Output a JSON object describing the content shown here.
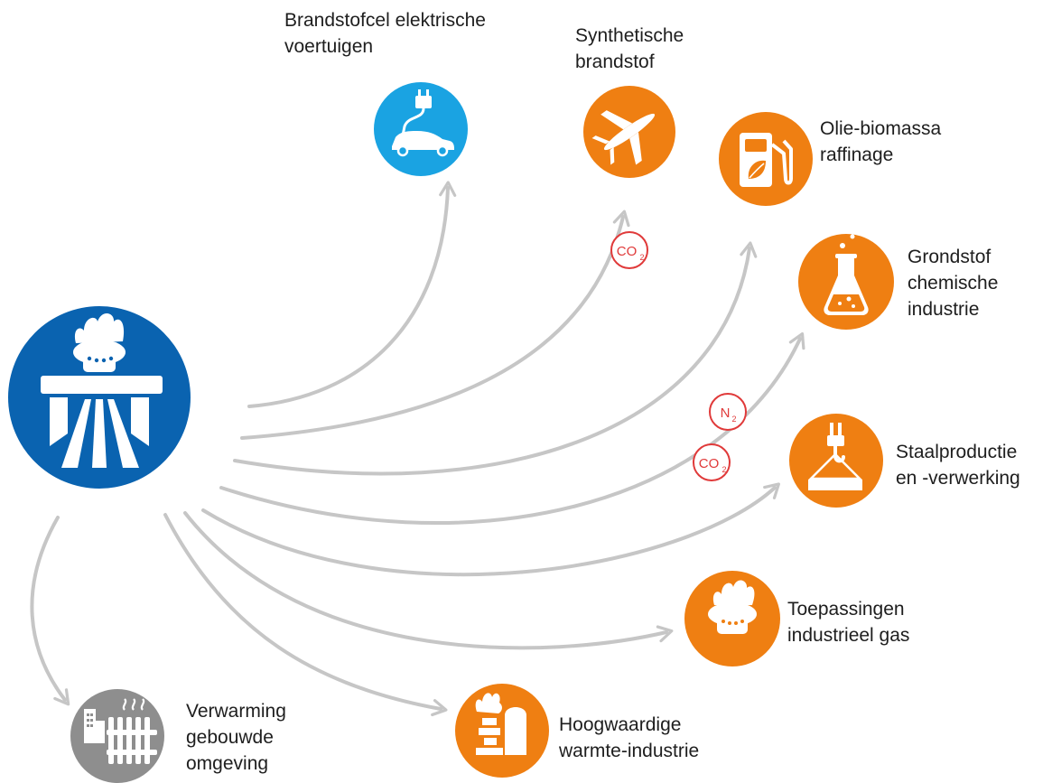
{
  "colors": {
    "hub": "#0a63b0",
    "orange": "#ef7f12",
    "blue": "#1aa3e2",
    "grey": "#8e8e8e",
    "arrow": "#c6c6c6",
    "chem": "#e03a3a"
  },
  "hub": {
    "icon": "burner-on-bridge-icon"
  },
  "destinations": [
    {
      "key": "fuelcell",
      "lines": [
        "Brandstofcel elektrische",
        "voertuigen"
      ],
      "icon": "plug-car-icon"
    },
    {
      "key": "synfuel",
      "lines": [
        "Synthetische",
        "brandstof"
      ],
      "icon": "airplane-icon"
    },
    {
      "key": "refinery",
      "lines": [
        "Olie-biomassa",
        "raffinage"
      ],
      "icon": "fuel-pump-icon"
    },
    {
      "key": "chemical",
      "lines": [
        "Grondstof",
        "chemische",
        "industrie"
      ],
      "icon": "flask-icon"
    },
    {
      "key": "steel",
      "lines": [
        "Staalproductie",
        "en -verwerking"
      ],
      "icon": "crane-hook-icon"
    },
    {
      "key": "industrialgas",
      "lines": [
        "Toepassingen",
        "industrieel gas"
      ],
      "icon": "burner-icon"
    },
    {
      "key": "heat",
      "lines": [
        "Hoogwaardige",
        "warmte-industrie"
      ],
      "icon": "furnace-icon"
    },
    {
      "key": "buildings",
      "lines": [
        "Verwarming",
        "gebouwde",
        "omgeving"
      ],
      "icon": "radiator-buildings-icon"
    }
  ],
  "markers": [
    {
      "key": "co2-synfuel",
      "main": "CO",
      "sub": "2"
    },
    {
      "key": "n2-chemical",
      "main": "N",
      "sub": "2"
    },
    {
      "key": "co2-chemical",
      "main": "CO",
      "sub": "2"
    }
  ]
}
